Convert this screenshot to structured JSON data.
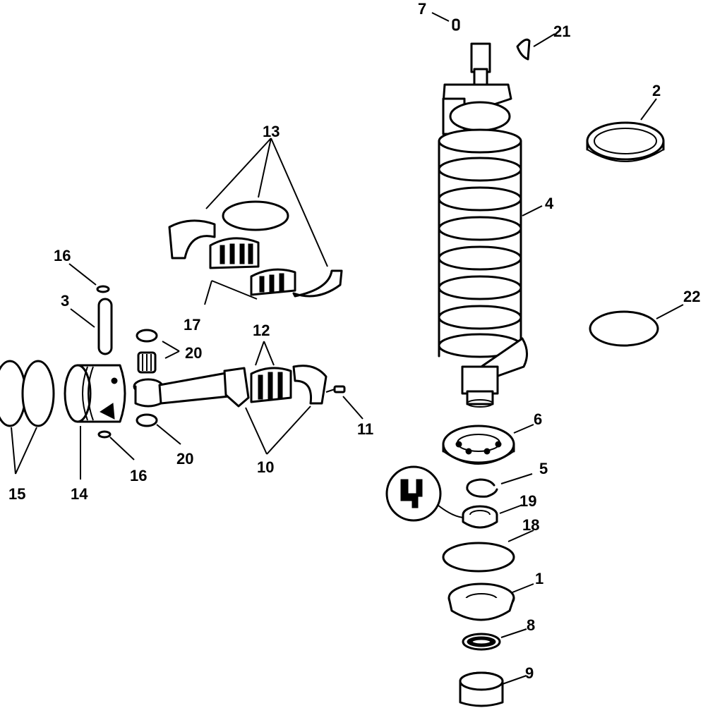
{
  "callouts": {
    "c1": "1",
    "c2": "2",
    "c3": "3",
    "c4": "4",
    "c5": "5",
    "c6": "6",
    "c7": "7",
    "c8": "8",
    "c9": "9",
    "c10": "10",
    "c11": "11",
    "c12": "12",
    "c13": "13",
    "c14": "14",
    "c15": "15",
    "c16a": "16",
    "c16b": "16",
    "c17": "17",
    "c18": "18",
    "c19": "19",
    "c20a": "20",
    "c20b": "20",
    "c21": "21",
    "c22": "22"
  },
  "icons": {
    "lubricant_symbol": "grease-apply-icon"
  },
  "colors": {
    "line": "#000000",
    "background": "#ffffff"
  }
}
